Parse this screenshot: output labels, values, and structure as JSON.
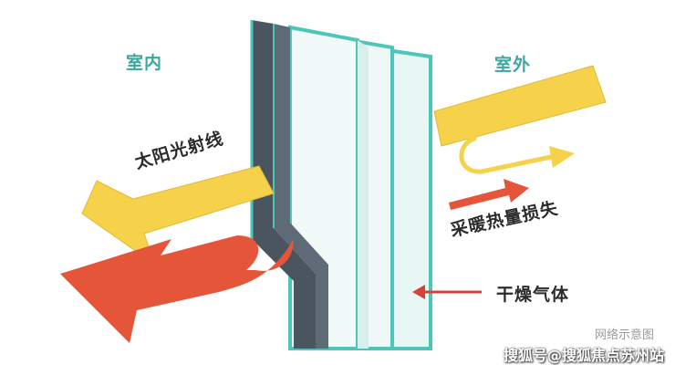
{
  "labels": {
    "indoor": "室内",
    "outdoor": "室外",
    "sunlight": "太阳光射线",
    "heat_loss": "采暖热量损失",
    "dry_gas": "干燥气体"
  },
  "watermark": {
    "network_diagram": "网络示意图",
    "source": "搜狐号@搜狐焦点苏州站"
  },
  "colors": {
    "sunlight_arrow": "#f6d24a",
    "heat_arrow": "#e5553a",
    "glass_edge": "#4cc6b8",
    "frame": "#4b5560",
    "label_teal": "#3aa7a0"
  }
}
